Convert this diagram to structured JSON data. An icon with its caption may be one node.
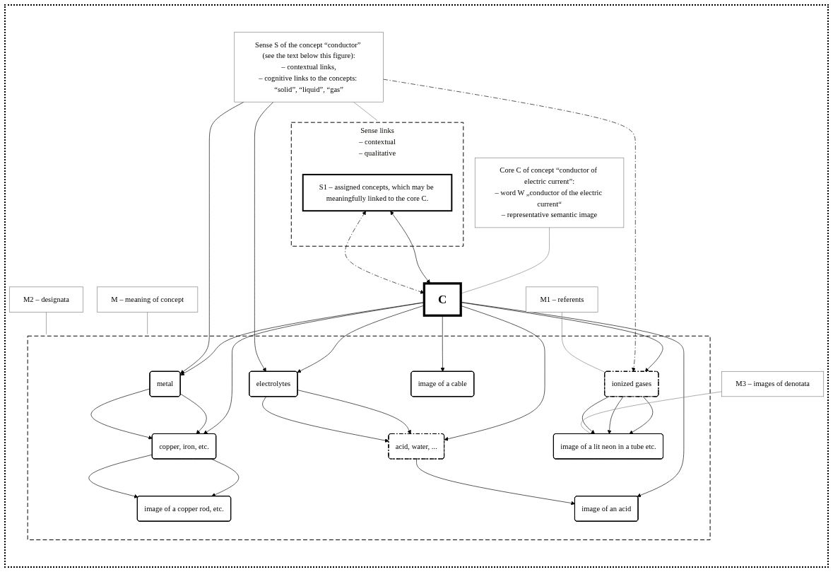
{
  "diagram": {
    "nodes": [
      {
        "text": [
          "Core C of concept “conductor of electric current”:",
          "– word W „conductor of the electric current“",
          "– representative semantic image"
        ]
      },
      {
        "text": [
          "Sense S of the concept “conductor” (see the text below this figure):",
          "– contextual links,",
          "– cognitive links to the concepts: “solid”, “liquid”, “gas”"
        ]
      },
      {
        "text": [
          "C"
        ]
      },
      {
        "text": [
          "M – meaning of concept"
        ]
      },
      {
        "text": [
          "Sense links",
          "– contextual",
          "– qualitative"
        ]
      },
      {
        "text": [
          "S1 – assigned concepts, which may be meaningfully linked to the core C."
        ],
        "in": 4
      },
      {
        "text": [],
        "shape": "box"
      },
      {
        "text": [
          "metal"
        ],
        "in": 6
      },
      {
        "text": [
          "electrolytes"
        ],
        "in": 6
      },
      {
        "text": [
          "ionized gases"
        ],
        "in": 6
      },
      {
        "text": [
          "copper, iron, etc."
        ],
        "in": 6
      },
      {
        "text": [
          "acid, water, ..."
        ],
        "in": 6
      },
      {
        "text": [
          "image of a copper rod, etc."
        ],
        "in": 6
      },
      {
        "text": [
          "image of a cable"
        ],
        "in": 6
      },
      {
        "text": [
          "image of an acid"
        ],
        "in": 6
      },
      {
        "text": [
          "image of a lit neon in a tube etc."
        ],
        "in": 6
      },
      {
        "text": [
          "M1 – referents"
        ]
      },
      {
        "text": [
          "M2 – designata"
        ]
      },
      {
        "text": [
          "M3 – images of denotata"
        ]
      }
    ],
    "edges": [
      {
        "from": 0,
        "to": 2,
        "arrow": "none",
        "color": "#808080"
      },
      {
        "from": 1,
        "to": 4,
        "arrow": "none",
        "color": "#808080"
      },
      {
        "from": 3,
        "to": 6,
        "arrow": "none",
        "color": "#808080"
      },
      {
        "from": 5,
        "to": 2,
        "arrow": "both"
      },
      {
        "from": 5,
        "to": 2,
        "arrow": "both",
        "style": "dashed"
      },
      {
        "from": 2,
        "to": 7,
        "arrow": "to"
      },
      {
        "from": 2,
        "to": 10,
        "arrow": "to"
      },
      {
        "from": 2,
        "to": 13,
        "arrow": "to"
      },
      {
        "from": 2,
        "to": 14,
        "arrow": "to"
      },
      {
        "from": 2,
        "to": 11,
        "arrow": "to"
      },
      {
        "from": 2,
        "to": 8,
        "arrow": "to"
      },
      {
        "from": 2,
        "to": 9,
        "arrow": "to"
      },
      {
        "from": 1,
        "to": 7,
        "arrow": "to"
      },
      {
        "from": 1,
        "to": 8,
        "arrow": "to"
      },
      {
        "from": 1,
        "to": 9,
        "arrow": "to",
        "style": "dashed"
      },
      {
        "from": 7,
        "to": 10,
        "arrow": "to"
      },
      {
        "from": 7,
        "to": 10,
        "arrow": "to"
      },
      {
        "from": 8,
        "to": 11,
        "arrow": "to"
      },
      {
        "from": 8,
        "to": 11,
        "arrow": "to"
      },
      {
        "from": 9,
        "to": 15,
        "arrow": "to"
      },
      {
        "from": 9,
        "to": 15,
        "arrow": "to"
      },
      {
        "from": 9,
        "to": 15,
        "arrow": "to"
      },
      {
        "from": 10,
        "to": 12,
        "arrow": "to"
      },
      {
        "from": 10,
        "to": 12,
        "arrow": "to"
      },
      {
        "from": 11,
        "to": 14,
        "arrow": "to"
      },
      {
        "from": 16,
        "to": 9,
        "arrow": "none",
        "color": "#808080"
      },
      {
        "from": 17,
        "to": 6,
        "arrow": "none",
        "color": "#808080"
      },
      {
        "from": 18,
        "to": 15,
        "arrow": "none",
        "color": "#808080"
      }
    ]
  }
}
